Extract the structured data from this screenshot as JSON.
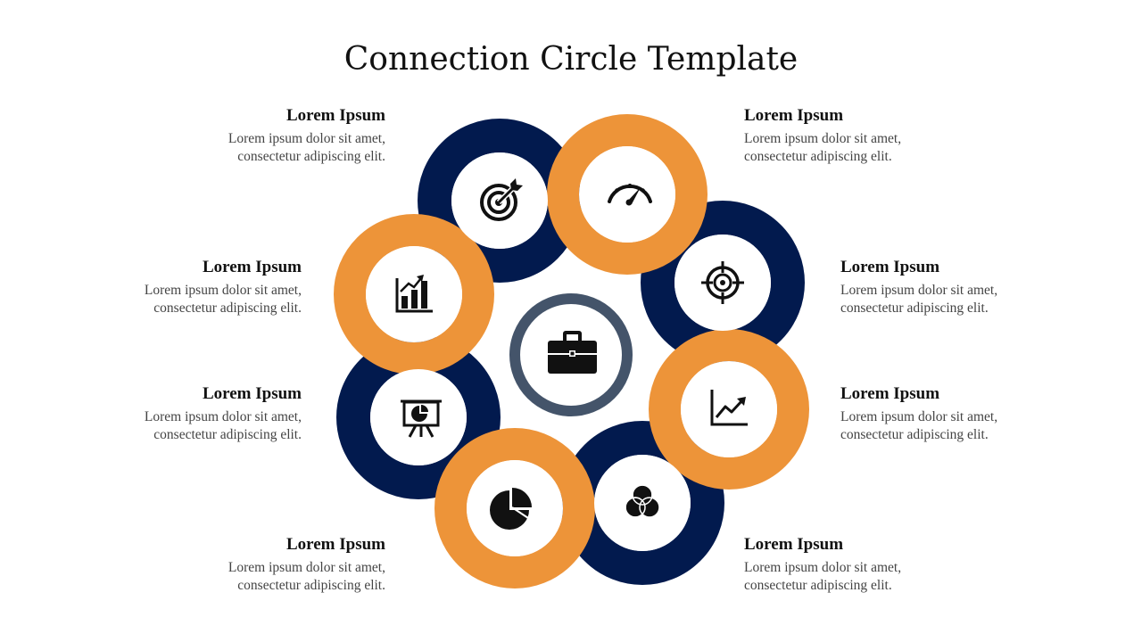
{
  "title": "Connection Circle Template",
  "colors": {
    "navy": "#021A4E",
    "orange": "#ED9439",
    "ring": "#44546A",
    "icon": "#111111"
  },
  "center": {
    "icon": "briefcase-icon"
  },
  "items": [
    {
      "heading": "Lorem Ipsum",
      "line1": "Lorem ipsum dolor sit amet,",
      "line2": "consectetur adipiscing elit.",
      "icon": "target-arrow-icon"
    },
    {
      "heading": "Lorem Ipsum",
      "line1": "Lorem ipsum dolor sit amet,",
      "line2": "consectetur adipiscing elit.",
      "icon": "speedometer-icon"
    },
    {
      "heading": "Lorem Ipsum",
      "line1": "Lorem ipsum dolor sit amet,",
      "line2": "consectetur adipiscing elit.",
      "icon": "crosshair-icon"
    },
    {
      "heading": "Lorem Ipsum",
      "line1": "Lorem ipsum dolor sit amet,",
      "line2": "consectetur adipiscing elit.",
      "icon": "line-chart-icon"
    },
    {
      "heading": "Lorem Ipsum",
      "line1": "Lorem ipsum dolor sit amet,",
      "line2": "consectetur adipiscing elit.",
      "icon": "venn-diagram-icon"
    },
    {
      "heading": "Lorem Ipsum",
      "line1": "Lorem ipsum dolor sit amet,",
      "line2": "consectetur adipiscing elit.",
      "icon": "pie-chart-icon"
    },
    {
      "heading": "Lorem Ipsum",
      "line1": "Lorem ipsum dolor sit amet,",
      "line2": "consectetur adipiscing elit.",
      "icon": "presentation-board-icon"
    },
    {
      "heading": "Lorem Ipsum",
      "line1": "Lorem ipsum dolor sit amet,",
      "line2": "consectetur adipiscing elit.",
      "icon": "bar-chart-growth-icon"
    }
  ]
}
